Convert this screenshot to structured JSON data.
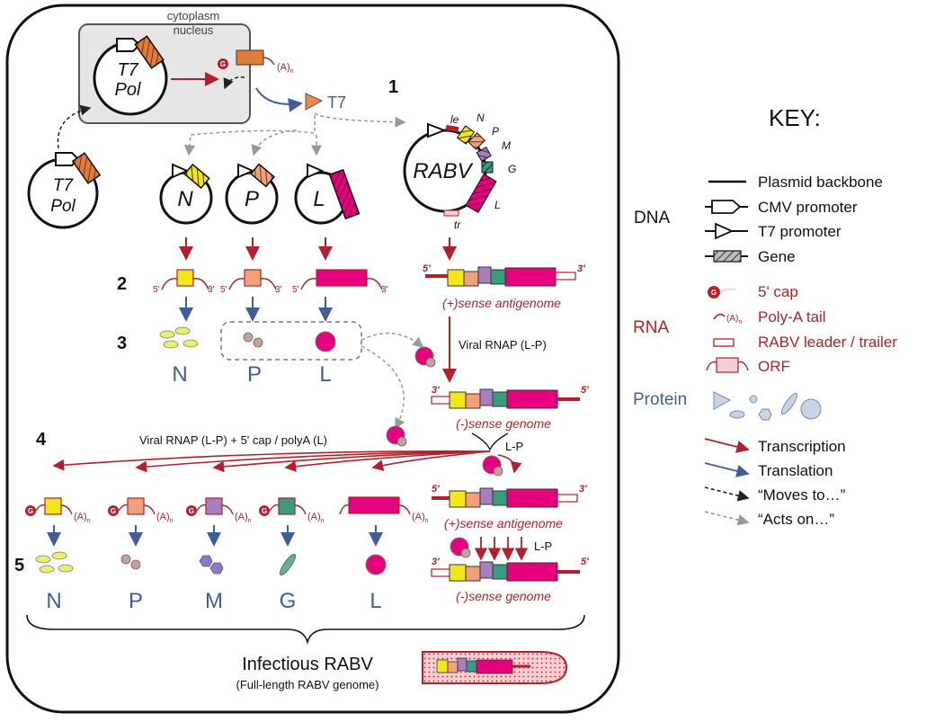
{
  "compartments": {
    "cytoplasm": "cytoplasm",
    "nucleus": "nucleus"
  },
  "steps": [
    "1",
    "2",
    "3",
    "4",
    "5"
  ],
  "plasmids": {
    "t7pol": "T7\nPol",
    "n": "N",
    "p": "P",
    "l": "L",
    "rabv": "RABV"
  },
  "rabv_segments": {
    "le": "le",
    "n": "N",
    "p": "P",
    "m": "M",
    "g": "G",
    "l": "L",
    "tr": "tr"
  },
  "t7_label": "T7",
  "poly_a": "(A)",
  "poly_a_sub": "n",
  "ends": {
    "five": "5'",
    "three": "3'"
  },
  "cap_letter": "G",
  "labels": {
    "plus_antigenome": "(+)sense antigenome",
    "minus_genome": "(-)sense genome",
    "viral_rnap": "Viral RNAP (L-P)",
    "viral_rnap_cap": "Viral RNAP (L-P) + 5' cap / polyA (L)",
    "lp": "L-P"
  },
  "proteins_row3": [
    "N",
    "P",
    "L"
  ],
  "proteins_row5": [
    "N",
    "P",
    "M",
    "G",
    "L"
  ],
  "bottom": {
    "title": "Infectious RABV",
    "subtitle": "(Full-length RABV genome)"
  },
  "key": {
    "title": "KEY:",
    "dna_label": "DNA",
    "rna_label": "RNA",
    "protein_label": "Protein",
    "dna_items": [
      "Plasmid backbone",
      "CMV promoter",
      "T7 promoter",
      "Gene"
    ],
    "rna_items": [
      "5' cap",
      "Poly-A tail",
      "RABV leader / trailer",
      "ORF"
    ],
    "arrows": [
      "Transcription",
      "Translation",
      "“Moves to…”",
      "“Acts on…”"
    ]
  },
  "colors": {
    "transcription": "#b51f2a",
    "translation": "#3f5d9b",
    "n_gene": "#f3e61b",
    "p_gene": "#f0a07a",
    "m_gene": "#a77fc0",
    "g_gene": "#3a9c7e",
    "l_gene": "#e6007e",
    "cmv_gene": "#e07b39"
  }
}
